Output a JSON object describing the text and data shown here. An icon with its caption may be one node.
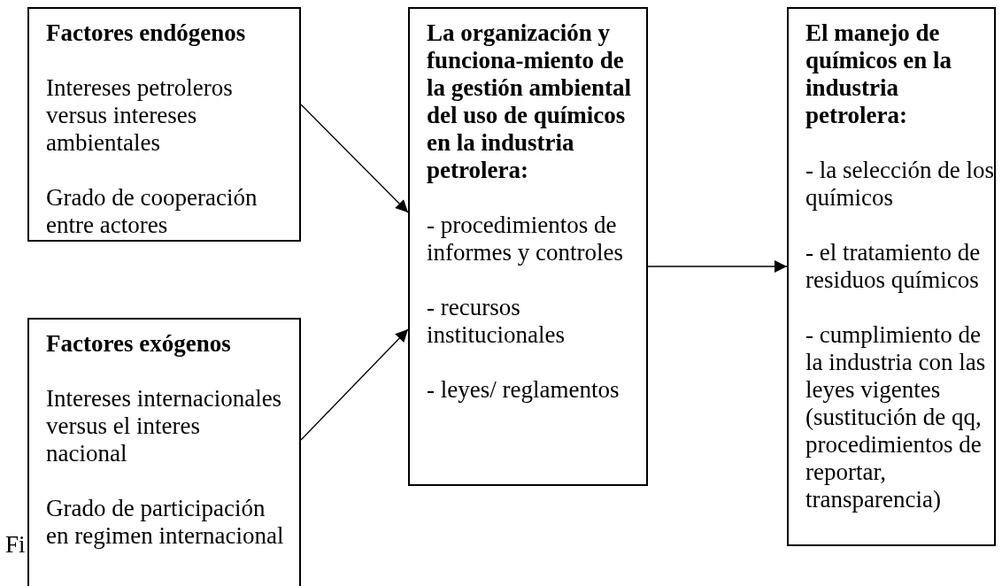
{
  "diagram": {
    "nodes": [
      {
        "text": [
          "Factores endógenos",
          "Intereses petroleros versus intereses ambientales",
          "Grado de cooperación entre actores"
        ]
      },
      {
        "text": [
          "Factores exógenos",
          "Intereses internacionales versus el interes nacional",
          "Grado de participación en regimen internacional"
        ]
      },
      {
        "text": [
          "La organización y funciona-miento de la gestión ambiental del uso de químicos en la industria petrolera:",
          "- procedimientos de informes y controles",
          "- recursos institucionales",
          "- leyes/ reglamentos"
        ]
      },
      {
        "text": [
          "El manejo de químicos en la industria petrolera:",
          "- la selección de los químicos",
          "- el tratamiento de residuos químicos",
          "- cumplimiento de la industria con las leyes vigentes (sustitución de qq, procedimientos de reportar, transparencia)"
        ]
      }
    ],
    "edges": [
      {
        "from": 0,
        "to": 2,
        "arrow": "to"
      },
      {
        "from": 1,
        "to": 2,
        "arrow": "to"
      },
      {
        "from": 2,
        "to": 3,
        "arrow": "to"
      }
    ],
    "labels": [
      "Fi"
    ]
  }
}
